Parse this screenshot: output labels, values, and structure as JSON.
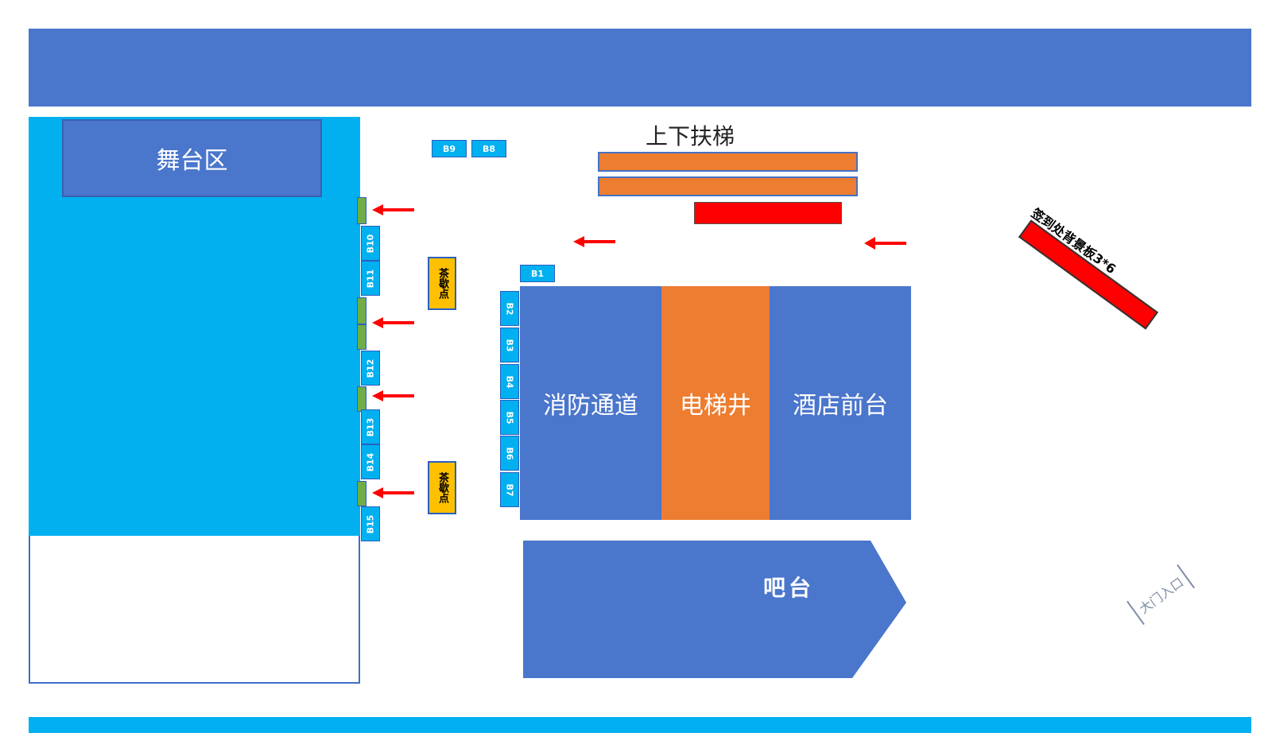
{
  "labels": {
    "stage": "舞台区",
    "escalator": "上下扶梯",
    "fire_exit": "消防通道",
    "elevator_shaft": "电梯井",
    "hotel_front_desk": "酒店前台",
    "bar": "吧台",
    "signin_board": "签到处背景板3*6",
    "main_entrance": "大门入口",
    "tea_break_1": "茶歇点",
    "tea_break_2": "茶歇点"
  },
  "booths": {
    "B1": "B1",
    "B2": "B2",
    "B3": "B3",
    "B4": "B4",
    "B5": "B5",
    "B6": "B6",
    "B7": "B7",
    "B8": "B8",
    "B9": "B9",
    "B10": "B10",
    "B11": "B11",
    "B12": "B12",
    "B13": "B13",
    "B14": "B14",
    "B15": "B15"
  },
  "colors": {
    "banner": "#4a76cc",
    "hall": "#02b0ef",
    "booth": "#00b0f0",
    "escalator": "#ed7d31",
    "red": "#ff0000",
    "tea": "#ffc000",
    "door": "#70ad47"
  }
}
